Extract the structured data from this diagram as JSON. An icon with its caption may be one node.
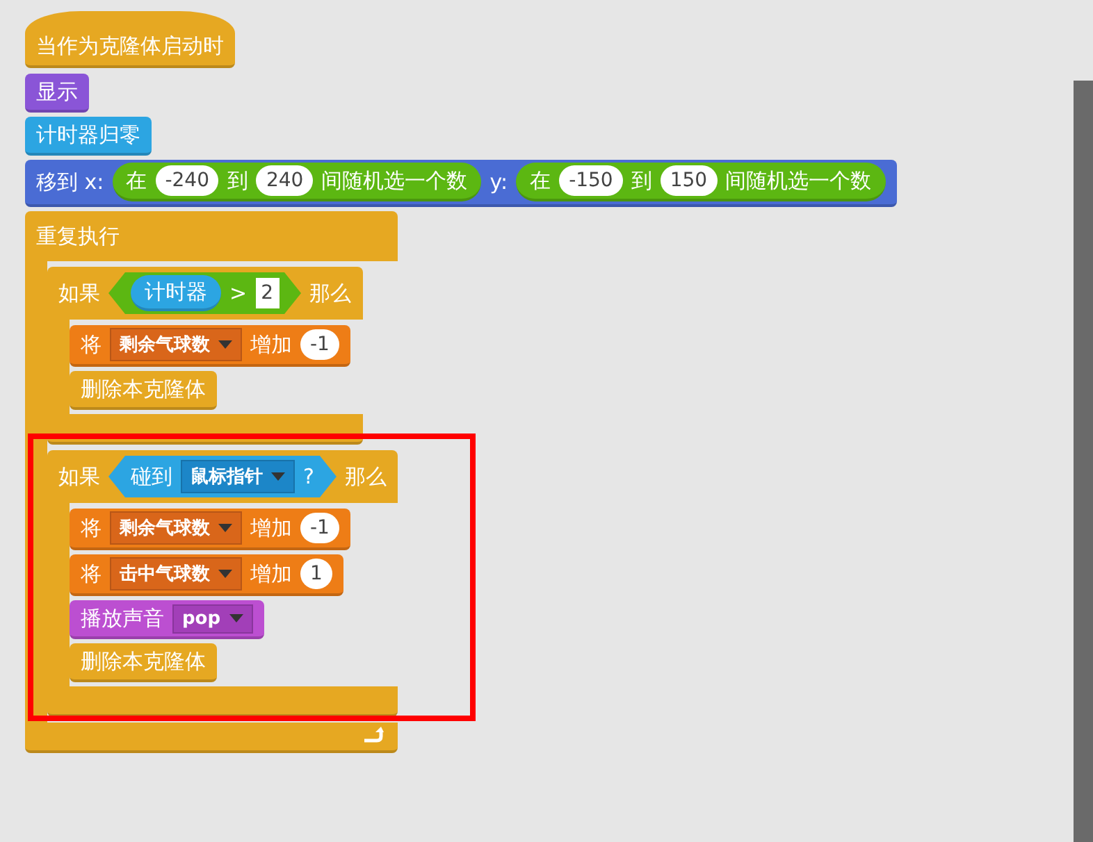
{
  "diagram": {
    "nodes": [
      {
        "text": [
          "当作为克隆体启动时"
        ]
      },
      {
        "text": [
          "显示"
        ]
      },
      {
        "text": [
          "计时器归零"
        ]
      },
      {
        "text": [
          "移到 x:",
          "y:"
        ]
      },
      {
        "text": [
          "在",
          "到",
          "间随机选一个数"
        ],
        "in": 3
      },
      {
        "text": [
          "-240"
        ],
        "in": 4
      },
      {
        "text": [
          "240"
        ],
        "in": 4
      },
      {
        "text": [
          "在",
          "到",
          "间随机选一个数"
        ],
        "in": 3
      },
      {
        "text": [
          "-150"
        ],
        "in": 7
      },
      {
        "text": [
          "150"
        ],
        "in": 7
      },
      {
        "text": [
          "重复执行"
        ]
      },
      {
        "text": [
          "如果",
          "那么"
        ],
        "in": 10
      },
      {
        "text": [
          ">"
        ],
        "in": 11
      },
      {
        "text": [
          "计时器"
        ],
        "in": 12
      },
      {
        "text": [
          "2"
        ],
        "in": 12
      },
      {
        "text": [
          "将",
          "增加"
        ],
        "in": 11
      },
      {
        "text": [
          "剩余气球数"
        ],
        "in": 15
      },
      {
        "text": [
          "-1"
        ],
        "in": 15
      },
      {
        "text": [
          "删除本克隆体"
        ],
        "in": 11
      },
      {
        "text": [
          "如果",
          "那么"
        ],
        "in": 10
      },
      {
        "text": [
          "碰到",
          "?"
        ],
        "in": 19
      },
      {
        "text": [
          "鼠标指针"
        ],
        "in": 20
      },
      {
        "text": [
          "将",
          "增加"
        ],
        "in": 19
      },
      {
        "text": [
          "剩余气球数"
        ],
        "in": 22
      },
      {
        "text": [
          "-1"
        ],
        "in": 22
      },
      {
        "text": [
          "将",
          "增加"
        ],
        "in": 19
      },
      {
        "text": [
          "击中气球数"
        ],
        "in": 25
      },
      {
        "text": [
          "1"
        ],
        "in": 25
      },
      {
        "text": [
          "播放声音"
        ],
        "in": 19
      },
      {
        "text": [
          "pop"
        ],
        "in": 28
      },
      {
        "text": [
          "删除本克隆体"
        ],
        "in": 19
      }
    ]
  }
}
